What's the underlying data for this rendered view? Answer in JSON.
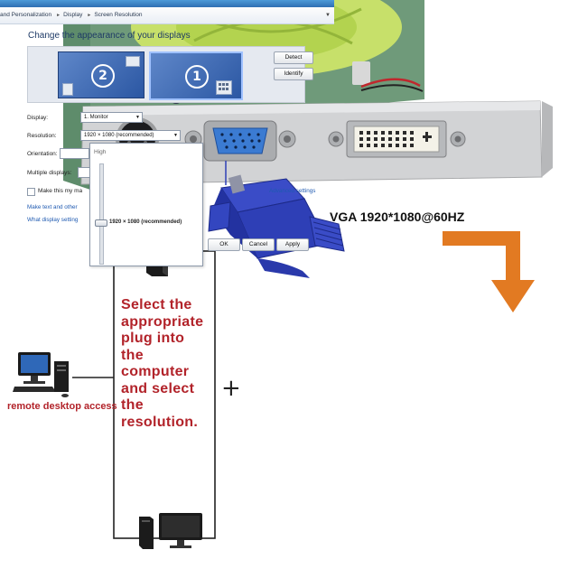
{
  "spec_label": "VGA 1920*1080@60HZ",
  "instructions": [
    "Select the",
    "appropriate",
    "plug into",
    "the",
    "computer",
    "and select",
    "the",
    "resolution."
  ],
  "remote_label": "remote desktop access",
  "plus_sign": "+",
  "colors": {
    "instruction_red": "#b2232a",
    "arrow_orange": "#e27a22",
    "vga_blue": "#2e3fb6",
    "pcb_green": "#6f9a7a",
    "windows_link": "#1f5ab1"
  },
  "icons": [
    "desktop-tower-icon",
    "computer-setup-icon",
    "monitor-icon",
    "vga-plug-icon",
    "orange-arrow-icon"
  ],
  "windows": {
    "breadcrumb": [
      "and Personalization",
      "Display",
      "Screen Resolution"
    ],
    "title": "Change the appearance of your displays",
    "monitors": {
      "left_number": "2",
      "right_number": "1"
    },
    "detect_button": "Detect",
    "identify_button": "Identify",
    "display_label": "Display:",
    "display_value": "1. Monitor",
    "resolution_label": "Resolution:",
    "resolution_value": "1920 × 1080 (recommended)",
    "orientation_label": "Orientation:",
    "multiple_label": "Multiple displays:",
    "make_main_label": "Make this my ma",
    "make_text_link": "Make text and other",
    "what_settings_link": "What display setting",
    "advanced_link": "Advanced settings",
    "dropdown": {
      "high_label": "High",
      "current": "1920 × 1080 (recommended)"
    },
    "ok_button": "OK",
    "cancel_button": "Cancel",
    "apply_button": "Apply"
  }
}
